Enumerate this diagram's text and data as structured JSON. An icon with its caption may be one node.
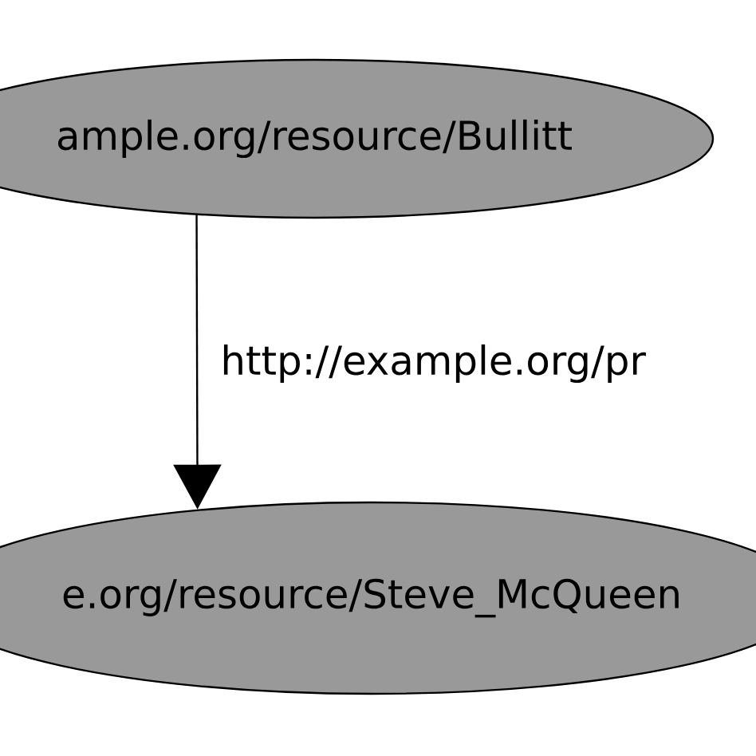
{
  "diagram": {
    "nodes": [
      {
        "text": [
          "ample.org/resource/Bullitt"
        ]
      },
      {
        "text": [
          "e.org/resource/Steve_McQueen"
        ]
      }
    ],
    "edges": [
      {
        "from": 0,
        "to": 1,
        "arrow": "to",
        "label": "http://example.org/pr"
      }
    ]
  }
}
